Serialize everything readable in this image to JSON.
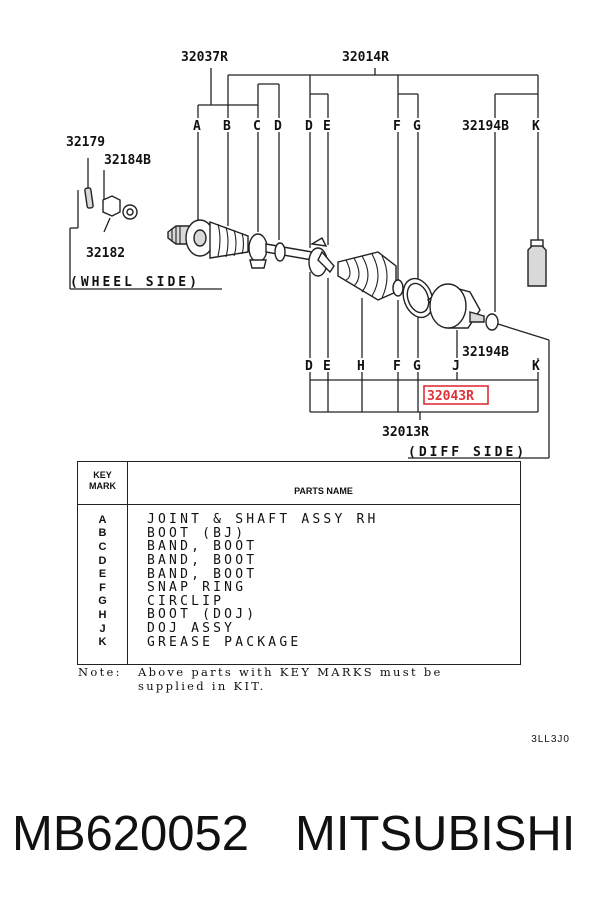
{
  "labels": {
    "assy_32037R": "32037R",
    "assy_32014R": "32014R",
    "top_A": "A",
    "top_B": "B",
    "top_C": "C",
    "top_D1": "D",
    "top_D2": "D",
    "top_E": "E",
    "top_F": "F",
    "top_G": "G",
    "top_32194B": "32194B",
    "top_K": "K",
    "p32179": "32179",
    "p32184B": "32184B",
    "p32182": "32182",
    "wheel_side": "(WHEEL SIDE)",
    "bot_D": "D",
    "bot_E": "E",
    "bot_H": "H",
    "bot_F": "F",
    "bot_G": "G",
    "bot_J": "J",
    "bot_K": "K",
    "bot_32194B": "32194B",
    "highlight": "32043R",
    "assy_32013R": "32013R",
    "diff_side": "(DIFF SIDE)"
  },
  "table": {
    "key_header_line1": "KEY",
    "key_header_line2": "MARK",
    "name_header": "PARTS NAME",
    "rows": [
      {
        "key": "A",
        "name": "JOINT & SHAFT ASSY RH"
      },
      {
        "key": "B",
        "name": "BOOT (BJ)"
      },
      {
        "key": "C",
        "name": "BAND, BOOT"
      },
      {
        "key": "D",
        "name": "BAND, BOOT"
      },
      {
        "key": "E",
        "name": "BAND, BOOT"
      },
      {
        "key": "F",
        "name": "SNAP RING"
      },
      {
        "key": "G",
        "name": "CIRCLIP"
      },
      {
        "key": "H",
        "name": "BOOT (DOJ)"
      },
      {
        "key": "J",
        "name": "DOJ ASSY"
      },
      {
        "key": "K",
        "name": "GREASE PACKAGE"
      }
    ]
  },
  "note": {
    "prefix": "Note:",
    "line1": "Above parts with KEY MARKS must be",
    "line2": "supplied in KIT."
  },
  "drawing_code": "3LL3J0",
  "footer": {
    "part_number": "MB620052",
    "brand": "MITSUBISHI"
  },
  "colors": {
    "highlight": "#e0303a",
    "line": "#222222"
  }
}
